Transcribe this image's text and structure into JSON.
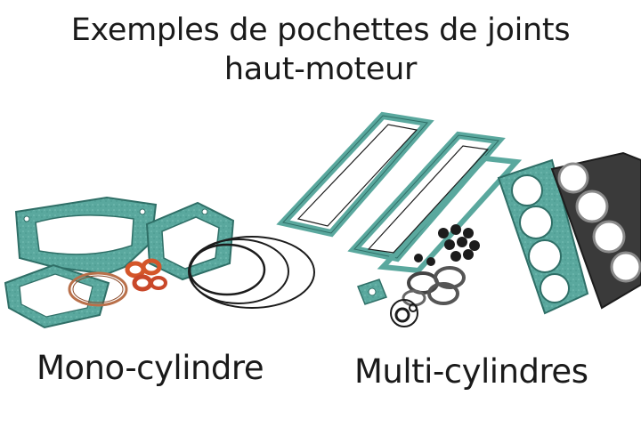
{
  "header": {
    "title_line1": "Exemples de pochettes de joints",
    "title_line2": "haut-moteur"
  },
  "labels": {
    "mono": "Mono-cylindre",
    "multi": "Multi-cylindres"
  },
  "colors": {
    "gasket_teal": "#5aa89e",
    "gasket_outline": "#2f6f67",
    "oring_black": "#1c1c1c",
    "seal_orange": "#d4562a",
    "head_gasket_dark": "#3a3a3a"
  }
}
